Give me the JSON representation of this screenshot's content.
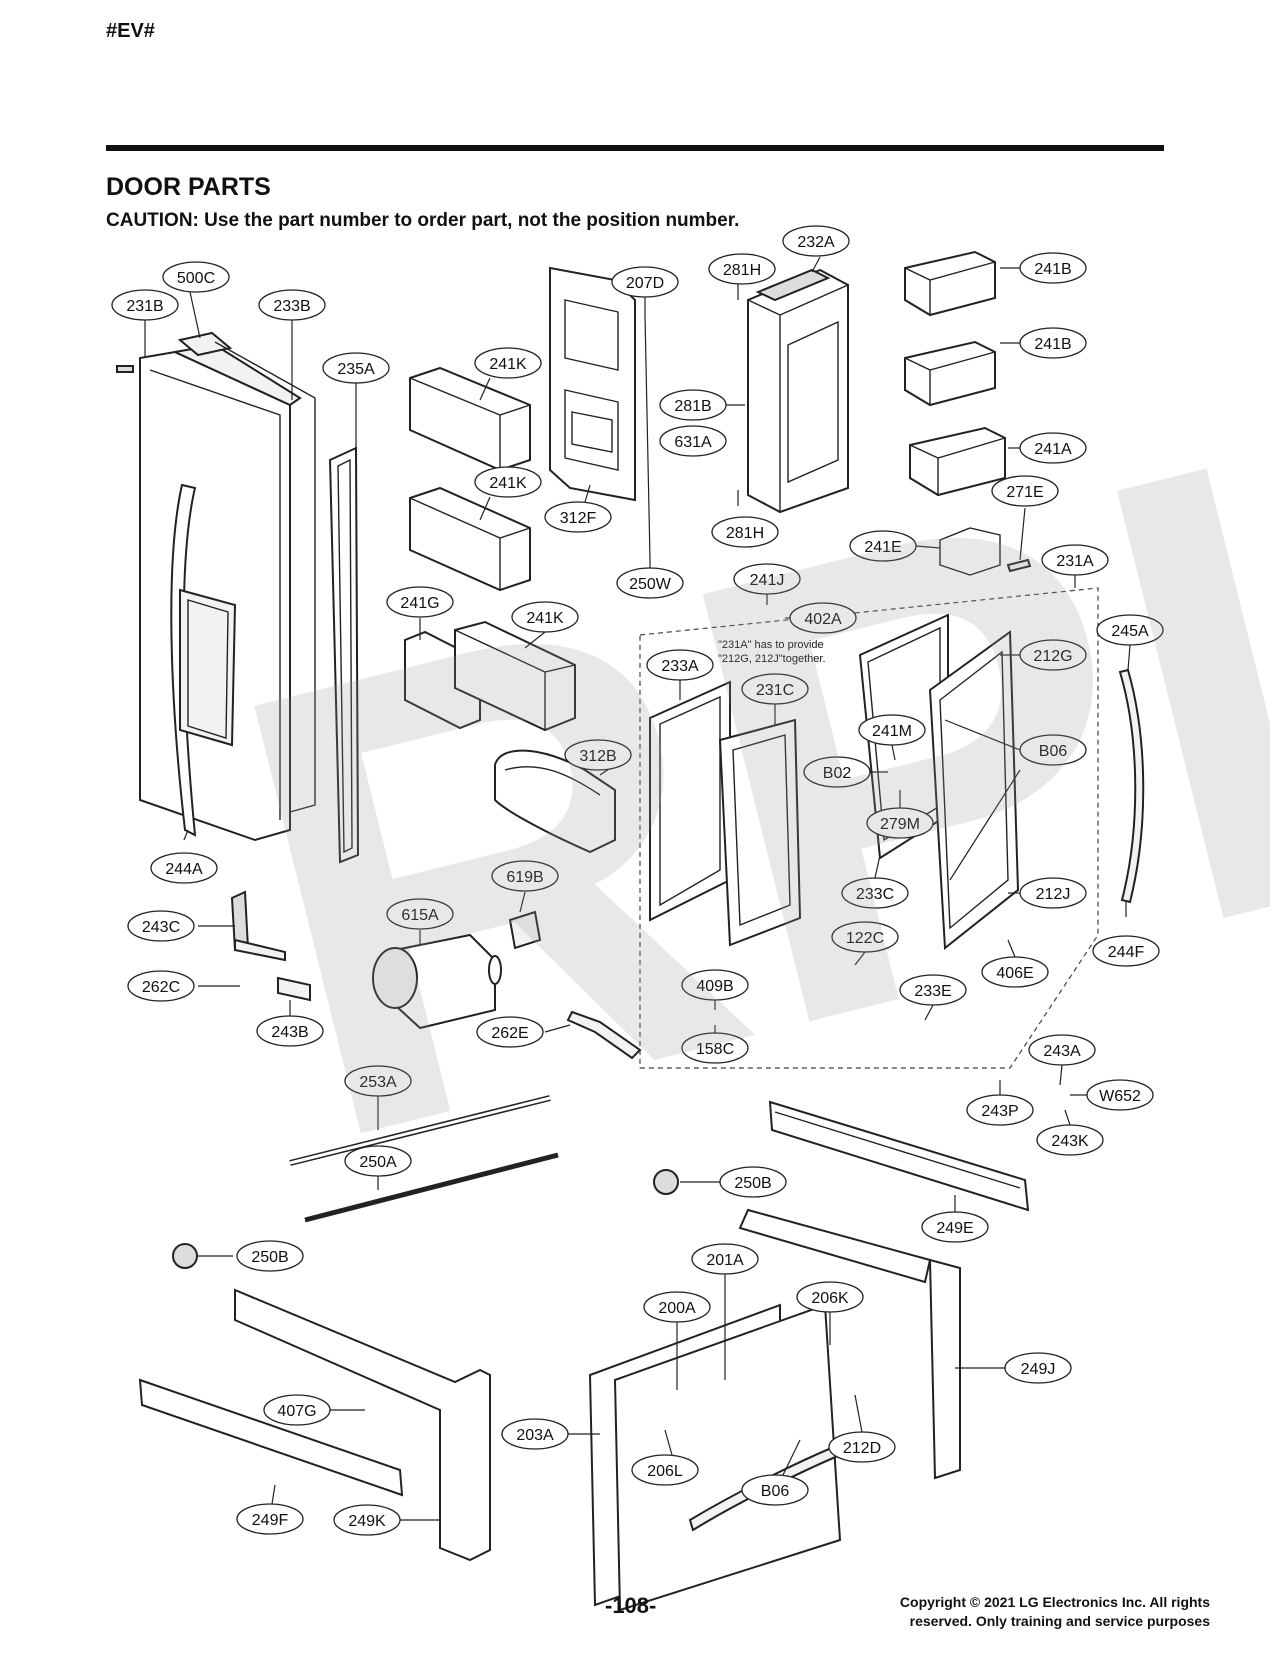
{
  "header": {
    "code": "#EV#"
  },
  "section": {
    "title": "DOOR PARTS",
    "caution": "CAUTION: Use the part number to order part, not the position number."
  },
  "note": {
    "line1": "\"231A\" has to provide",
    "line2": "\"212G, 212J\"together."
  },
  "footer": {
    "page_number": "-108-",
    "copyright_line1": "Copyright © 2021 LG Electronics Inc. All rights",
    "copyright_line2": "reserved. Only training and service purposes"
  },
  "watermark": "RPI",
  "callouts": [
    "500C",
    "231B",
    "233B",
    "235A",
    "241K",
    "241K",
    "207D",
    "312F",
    "250W",
    "281H",
    "232A",
    "281B",
    "631A",
    "281H",
    "241B",
    "241B",
    "241A",
    "271E",
    "241E",
    "231A",
    "241J",
    "402A",
    "241G",
    "241K",
    "312B",
    "233A",
    "231C",
    "241M",
    "B02",
    "279M",
    "233C",
    "212G",
    "B06",
    "212J",
    "245A",
    "244F",
    "244A",
    "243C",
    "262C",
    "243B",
    "615A",
    "619B",
    "262E",
    "122C",
    "233E",
    "406E",
    "409B",
    "158C",
    "243A",
    "W652",
    "243P",
    "243K",
    "253A",
    "250A",
    "250B",
    "249E",
    "250B",
    "201A",
    "200A",
    "206K",
    "249J",
    "407G",
    "203A",
    "212D",
    "206L",
    "B06",
    "249F",
    "249K"
  ]
}
